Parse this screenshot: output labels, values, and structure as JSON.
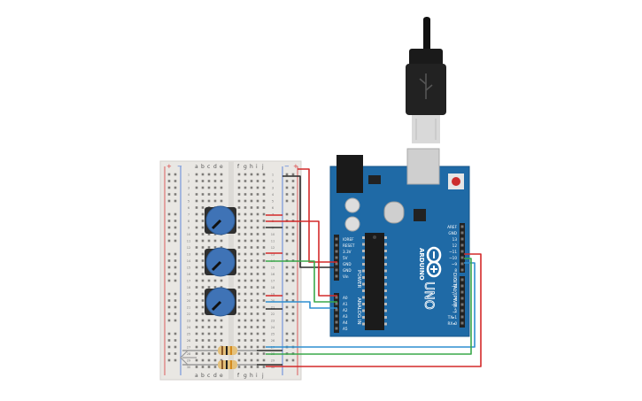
{
  "scene": {
    "breadboard": {
      "rail_signs": {
        "left_top": [
          "+",
          "−"
        ],
        "right_top": [
          "−",
          "+"
        ]
      },
      "col_labels_left": [
        "a",
        "b",
        "c",
        "d",
        "e"
      ],
      "col_labels_right": [
        "f",
        "g",
        "h",
        "i",
        "j"
      ],
      "row_numbers": [
        1,
        2,
        3,
        4,
        5,
        6,
        7,
        8,
        9,
        10,
        11,
        12,
        13,
        14,
        15,
        16,
        17,
        18,
        19,
        20,
        21,
        22,
        23,
        24,
        25,
        26,
        27,
        28,
        29,
        30
      ]
    },
    "potentiometers": [
      {
        "name": "pot-1",
        "knob_color": "#3f73b6"
      },
      {
        "name": "pot-2",
        "knob_color": "#3f73b6"
      },
      {
        "name": "pot-3",
        "knob_color": "#3f73b6"
      }
    ],
    "resistors": [
      {
        "name": "resistor-1",
        "body_color": "#e4c07a"
      },
      {
        "name": "resistor-2",
        "body_color": "#e4c07a"
      }
    ],
    "arduino": {
      "board_color": "#1f6aa6",
      "logo_text": "ARDUINO",
      "model_text": "UNO",
      "digital_label": "DIGITAL (PWM~)",
      "power_label": "POWER",
      "analog_label": "ANALOG IN",
      "power_pins": [
        "IOREF",
        "RESET",
        "3.3V",
        "5V",
        "GND",
        "GND",
        "Vin"
      ],
      "analog_pins": [
        "A0",
        "A1",
        "A2",
        "A3",
        "A4",
        "A5"
      ],
      "digital_pins_top": [
        "AREF",
        "GND",
        "13",
        "12",
        "~11",
        "~10",
        "~9",
        "8"
      ],
      "digital_pins_bottom": [
        "7",
        "~6",
        "~5",
        "4",
        "~3",
        "2",
        "TX▸1",
        "RX◂0"
      ]
    },
    "wire_colors": {
      "red": "#d42a2a",
      "black": "#2b2b2b",
      "green": "#3aa84a",
      "blue": "#2f8fd0"
    }
  }
}
